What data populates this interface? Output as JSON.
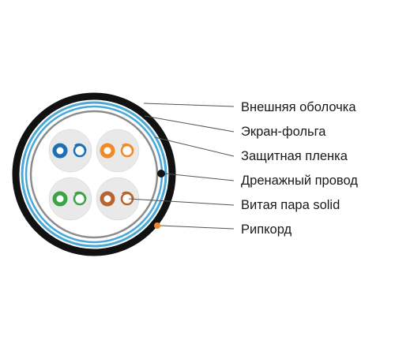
{
  "labels": {
    "outer_jacket": "Внешняя оболочка",
    "foil_shield": "Экран-фольга",
    "protective_film": "Защитная пленка",
    "drain_wire": "Дренажный провод",
    "twisted_pair": "Витая пара solid",
    "ripcord": "Рипкорд"
  },
  "colors": {
    "jacket": "#111111",
    "foil": "#4aa8d8",
    "film": "#8c8c8c",
    "pair_background": "#e9e9e9",
    "pair_1": "#1f6fb4",
    "pair_2": "#ef8a24",
    "pair_3": "#3aa548",
    "pair_4": "#b8642e",
    "ripcord": "#ee8a2c",
    "leader_line": "#555555"
  },
  "icons": {
    "twisted_pair": "pair-of-conductors-icon"
  }
}
